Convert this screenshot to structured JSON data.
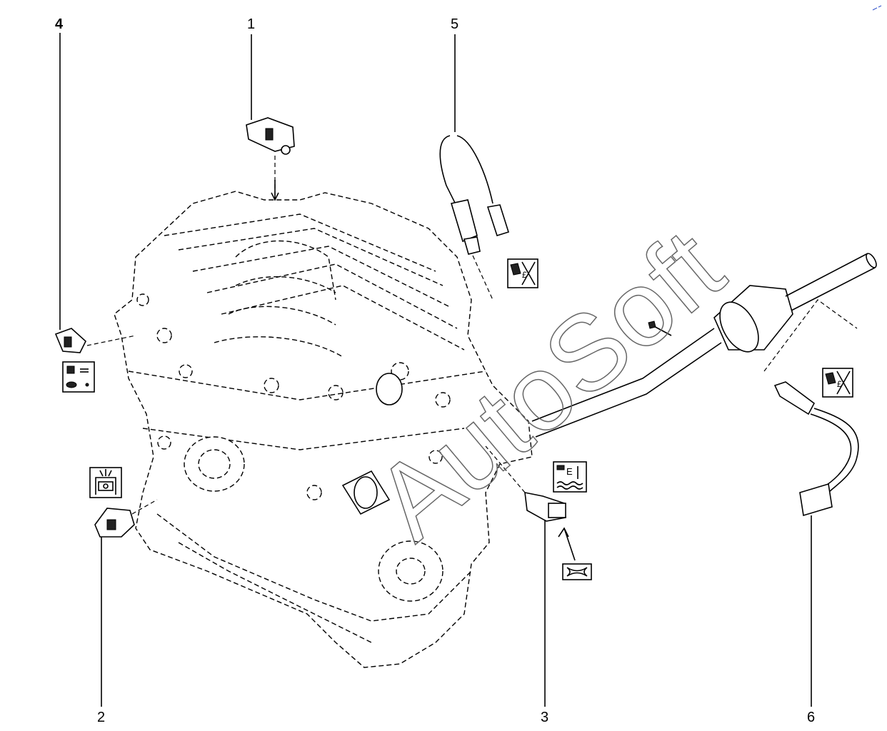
{
  "callouts": {
    "c1": "1",
    "c2": "2",
    "c3": "3",
    "c4": "4",
    "c5": "5",
    "c6": "6"
  },
  "watermark": {
    "text": "AutoSoft",
    "color": "#666666"
  },
  "colors": {
    "line": "#000000",
    "background": "#ffffff"
  },
  "icons": [
    "knock-sensor-symbol-icon",
    "pressure-sensor-symbol-icon",
    "coolant-temperature-symbol-icon",
    "oxygen-sensor-crossed-icon",
    "tightening-symbol-icon"
  ]
}
